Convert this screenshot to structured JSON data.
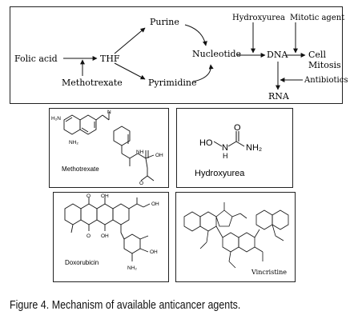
{
  "pathway": {
    "folic_acid": "Folic acid",
    "methotrexate": "Methotrexate",
    "thf": "THF",
    "purine": "Purine",
    "pyrimidine": "Pyrimidine",
    "nucleotide": "Nucleotide",
    "dna": "DNA",
    "rna": "RNA",
    "hydroxyurea": "Hydroxyurea",
    "mitotic_agent": "Mitotic agent",
    "cell": "Cell",
    "mitosis": "Mitosis",
    "antibiotics": "Antibiotics"
  },
  "structures": {
    "methotrexate_label": "Methotrexate",
    "hydroxyurea_label": "Hydroxyurea",
    "doxorubicin_label": "Doxorubicin",
    "vincristine_label": "Vincristine",
    "mtx_h2n": "H₂N",
    "mtx_nh2": "NH₂",
    "mtx_n": "N",
    "mtx_nh": "NH",
    "mtx_oh": "OH",
    "mtx_o": "O",
    "hu_ho": "HO",
    "hu_n": "N",
    "hu_h": "H",
    "hu_o": "O",
    "hu_nh2": "NH₂",
    "dox_o": "O",
    "dox_oh": "OH",
    "dox_nh2": "NH₂"
  },
  "caption": {
    "figure_number": "Figure 4.",
    "text": "Mechanism of available anticancer agents."
  }
}
